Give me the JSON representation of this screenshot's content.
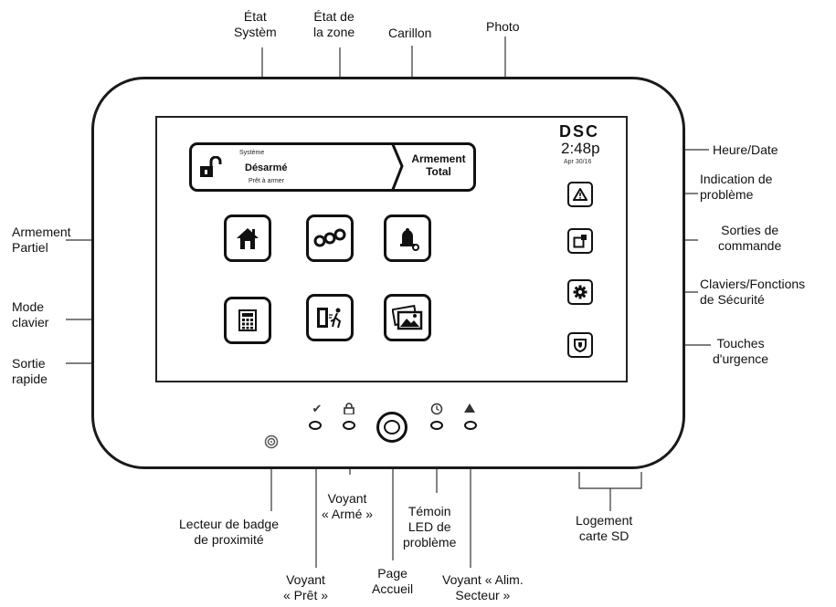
{
  "screen": {
    "status_bar": {
      "system_label": "Système",
      "state": "Désarmé",
      "substate": "Prêt à armer",
      "arm_button_line1": "Armement",
      "arm_button_line2": "Total"
    },
    "brand": "DSC",
    "time": "2:48p",
    "date": "Apr 30/16"
  },
  "callouts": {
    "etat_systeme": [
      "État",
      "Systèm"
    ],
    "etat_zone": [
      "État de",
      "la zone"
    ],
    "carillon": "Carillon",
    "photo": "Photo",
    "heure_date": "Heure/Date",
    "indication_probleme": [
      "Indication de",
      "problème"
    ],
    "sorties_commande": [
      "Sorties de",
      "commande"
    ],
    "claviers_fonctions": [
      "Claviers/Fonctions",
      "de Sécurité"
    ],
    "touches_urgence": [
      "Touches",
      "d'urgence"
    ],
    "armement_partiel": [
      "Armement",
      "Partiel"
    ],
    "mode_clavier": [
      "Mode",
      "clavier"
    ],
    "sortie_rapide": [
      "Sortie",
      "rapide"
    ],
    "lecteur_badge": [
      "Lecteur de badge",
      "de proximité"
    ],
    "voyant_arme": [
      "Voyant",
      "« Armé »"
    ],
    "temoin_led": [
      "Témoin",
      "LED de",
      "problème"
    ],
    "logement_sd": [
      "Logement",
      "carte SD"
    ],
    "voyant_pret": [
      "Voyant",
      "« Prêt »"
    ],
    "page_accueil": [
      "Page",
      "Accueil"
    ],
    "voyant_alim": [
      "Voyant « Alim.",
      "Secteur »"
    ]
  },
  "icons": {
    "stay_key": "house-icon",
    "zone_key": "zone-status-icon",
    "chime_key": "bell-icon",
    "keypad_key": "keypad-icon",
    "quick_exit_key": "quick-exit-icon",
    "photo_key": "photo-icon",
    "trouble_key": "warning-icon",
    "outputs_key": "output-icon",
    "functions_key": "gear-icon",
    "emergency_key": "shield-icon",
    "ready_led": "checkmark-icon",
    "armed_led": "lock-icon",
    "trouble_led": "clock-icon",
    "ac_led": "triangle-icon"
  }
}
